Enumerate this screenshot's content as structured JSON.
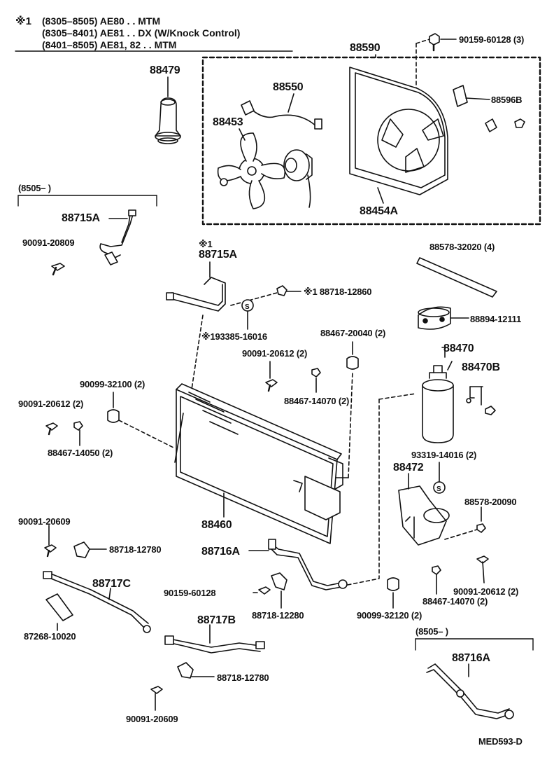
{
  "header": {
    "note_mark": "※1",
    "line1": "(8305–8505) AE80 . . MTM",
    "line2": "(8305–8401) AE81 . . DX (W/Knock Control)",
    "line3": "(8401–8505) AE81, 82 . . MTM"
  },
  "brackets": {
    "left_range": "(8505–         )",
    "right_range": "(8505–         )"
  },
  "parts": {
    "p88590": "88590",
    "p90159_60128_3": "90159-60128 (3)",
    "p88479": "88479",
    "p88550": "88550",
    "p88596B": "88596B",
    "p88453": "88453",
    "p88454A": "88454A",
    "p88715A_top": "88715A",
    "p90091_20809": "90091-20809",
    "p88715A_mark": "※1",
    "p88715A_mid": "88715A",
    "p88718_12860": "※1 88718-12860",
    "p193385_16016": "※193385-16016",
    "p88578_32020": "88578-32020 (4)",
    "p88894_12111": "88894-12111",
    "p88467_20040": "88467-20040 (2)",
    "p90091_20612_2a": "90091-20612 (2)",
    "p88467_14070_2a": "88467-14070 (2)",
    "p88470": "88470",
    "p88470B": "88470B",
    "p90099_32100": "90099-32100 (2)",
    "p90091_20612_2b": "90091-20612 (2)",
    "p88467_14050": "88467-14050 (2)",
    "p93319_14016": "93319-14016 (2)",
    "p88472": "88472",
    "p88578_20090": "88578-20090",
    "p88460": "88460",
    "p90091_20609_a": "90091-20609",
    "p88718_12780_a": "88718-12780",
    "p88716A": "88716A",
    "p88717C": "88717C",
    "p90159_60128": "90159-60128",
    "p88718_12280": "88718-12280",
    "p90099_32120": "90099-32120 (2)",
    "p88467_14070_2b": "88467-14070 (2)",
    "p90091_20612_2c": "90091-20612 (2)",
    "p87268_10020": "87268-10020",
    "p88717B": "88717B",
    "p88716A_right": "88716A",
    "p88718_12780_b": "88718-12780",
    "p90091_20609_b": "90091-20609",
    "footer_code": "MED593-D"
  }
}
